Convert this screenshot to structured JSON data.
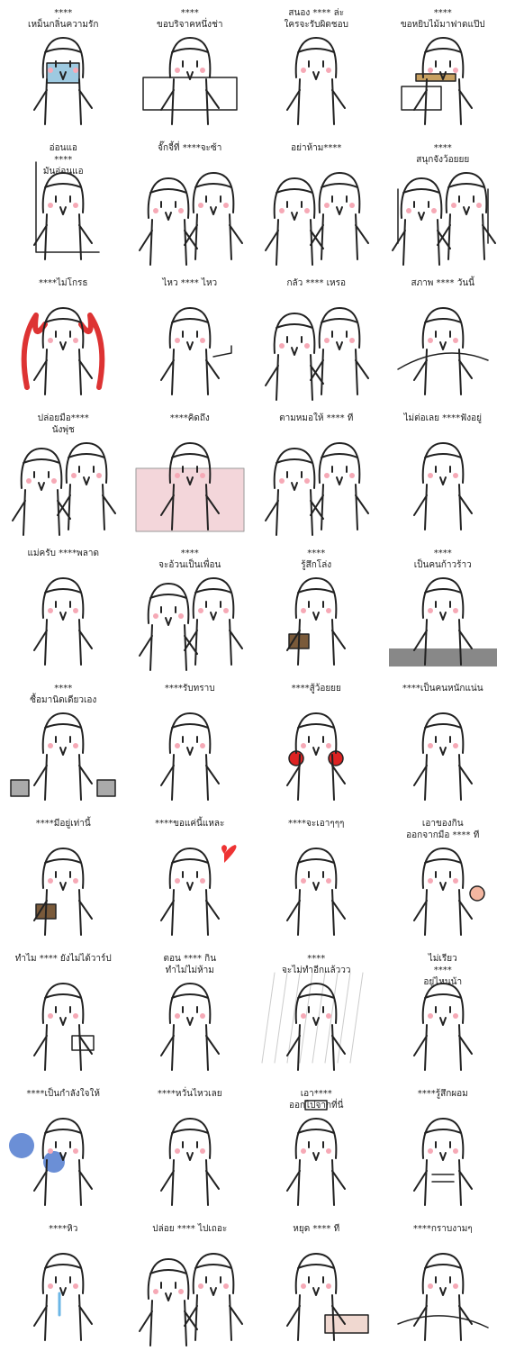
{
  "stickers": [
    {
      "caption": "****\nเหม็นกลิ่นความรัก",
      "prop": "mask"
    },
    {
      "caption": "****\nขอบริจาคหนึ่งช่า",
      "prop": "sign"
    },
    {
      "caption": "สนอง  ****  ล่ะ\nใครจะรับผิดชอบ",
      "prop": "none"
    },
    {
      "caption": "****\nขอหยิบไม้มาฟาดแป๊ป",
      "prop": "box"
    },
    {
      "caption": "อ่อนแอ\n****\nมันอ่อนแอ",
      "prop": "corner"
    },
    {
      "caption": "จั๊กจี้ที่     ****จะซ้า",
      "prop": "two"
    },
    {
      "caption": "อย่าห้าม****",
      "prop": "two"
    },
    {
      "caption": "****\nสนุกจังว้อยยย",
      "prop": "crowd"
    },
    {
      "caption": "****ไม่โกรธ",
      "prop": "fire"
    },
    {
      "caption": "ไหว    ****    ไหว",
      "prop": "thumb"
    },
    {
      "caption": "กลัว   ****   เหรอ",
      "prop": "two"
    },
    {
      "caption": "สภาพ   ****   วันนี้",
      "prop": "lying"
    },
    {
      "caption": "ปล่อยมือ****\nนังพุ่ช",
      "prop": "two"
    },
    {
      "caption": "****คิดถึง",
      "prop": "bed"
    },
    {
      "caption": "ตามหมอให้   ****   ที",
      "prop": "two"
    },
    {
      "caption": "ไม่ต่อเลย   ****ฟังอยู่",
      "prop": "none"
    },
    {
      "caption": "แม่ครับ      ****พลาด",
      "prop": "none"
    },
    {
      "caption": "****\nจะอ้วนเป็นเพื่อน",
      "prop": "two"
    },
    {
      "caption": "****\nรู้สึกโล่ง",
      "prop": "wallet"
    },
    {
      "caption": "****\nเป็นคนก้าวร้าว",
      "prop": "mess"
    },
    {
      "caption": "****\nซื้อมานิดเดียวเอง",
      "prop": "bags"
    },
    {
      "caption": "****รับทราบ",
      "prop": "none"
    },
    {
      "caption": "****สู้ว้อยยย",
      "prop": "boxing"
    },
    {
      "caption": "****เป็นคนหนักแน่น",
      "prop": "none"
    },
    {
      "caption": "****มีอยู่เท่านี้",
      "prop": "wallet"
    },
    {
      "caption": "****ขอแค่นี้แหละ",
      "prop": "heart"
    },
    {
      "caption": "****จะเอาๆๆๆ",
      "prop": "none"
    },
    {
      "caption": "เอาของกิน\nออกจากมือ   ****   ที",
      "prop": "icecream"
    },
    {
      "caption": "ทำไม   ****   ยังไม่ได้วาร์ป",
      "prop": "paper"
    },
    {
      "caption": "ตอน   ****   กิน\nทำไม่ไม่ห้าม",
      "prop": "none"
    },
    {
      "caption": "****\nจะไม่ทำอีกแล้ววว",
      "prop": "rain"
    },
    {
      "caption": "ไม่เรียว\n****\nอยู่ไหนน้า",
      "prop": "none"
    },
    {
      "caption": "****เป็นกำลังใจให้",
      "prop": "pompom"
    },
    {
      "caption": "****หวั่นไหวเลย",
      "prop": "none"
    },
    {
      "caption": "เอา****\nออกไปจากที่นี่",
      "prop": "nurse"
    },
    {
      "caption": "****รู้สึกผอม",
      "prop": "belly"
    },
    {
      "caption": "****หิว",
      "prop": "tears"
    },
    {
      "caption": "ปล่อย   ****   ไปเถอะ",
      "prop": "two"
    },
    {
      "caption": "หยุด   ****   ที",
      "prop": "cake"
    },
    {
      "caption": "****กราบงามๆ",
      "prop": "bow"
    }
  ]
}
